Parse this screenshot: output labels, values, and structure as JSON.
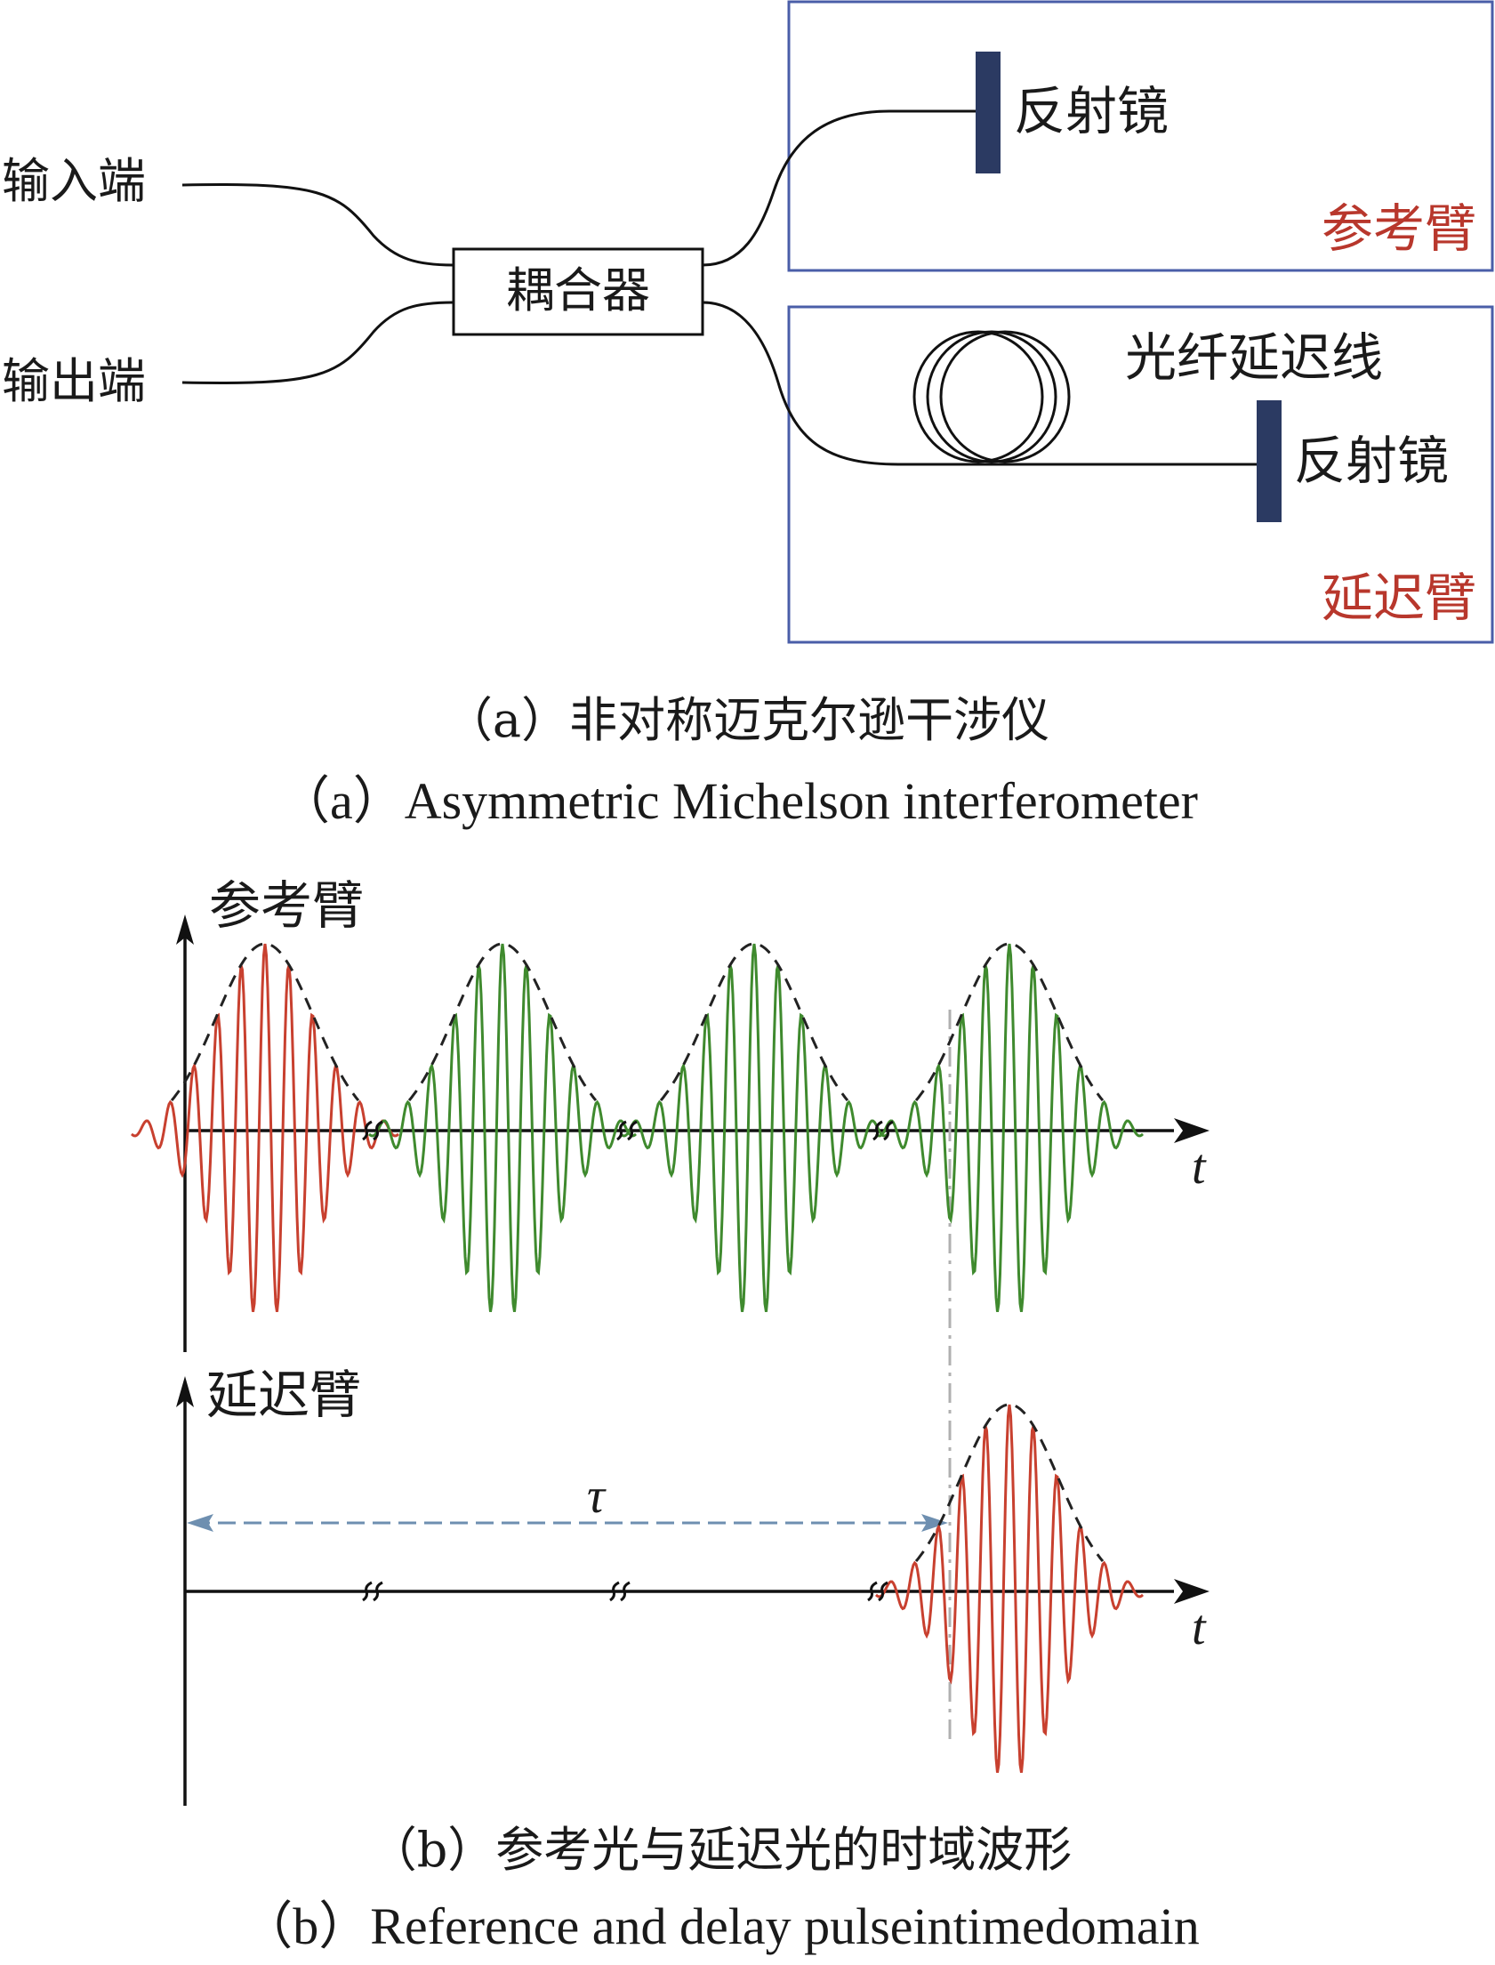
{
  "panel_a": {
    "input_port": "输入端",
    "output_port": "输出端",
    "coupler": "耦合器",
    "mirror_ref": "反射镜",
    "ref_arm": "参考臂",
    "fiber_delay": "光纤延迟线",
    "mirror_delay": "反射镜",
    "delay_arm": "延迟臂",
    "caption_cn": "（a）非对称迈克尔逊干涉仪",
    "caption_en": "（a）Asymmetric Michelson interferometer"
  },
  "panel_b": {
    "ref_axis_label": "参考臂",
    "delay_axis_label": "延迟臂",
    "t_label_top": "t",
    "t_label_bottom": "t",
    "tau_label": "τ",
    "caption_cn": "（b）参考光与延迟光的时域波形",
    "caption_en": "（b）Reference and delay pulseintimedomain"
  },
  "colors": {
    "box_border": "#4a5ea8",
    "mirror": "#2b3a62",
    "arm_label": "#b8372c",
    "pulse_red": "#c8402f",
    "pulse_green": "#3f8a2e",
    "envelope": "#222222",
    "tau_arrow": "#6e8fb0"
  }
}
